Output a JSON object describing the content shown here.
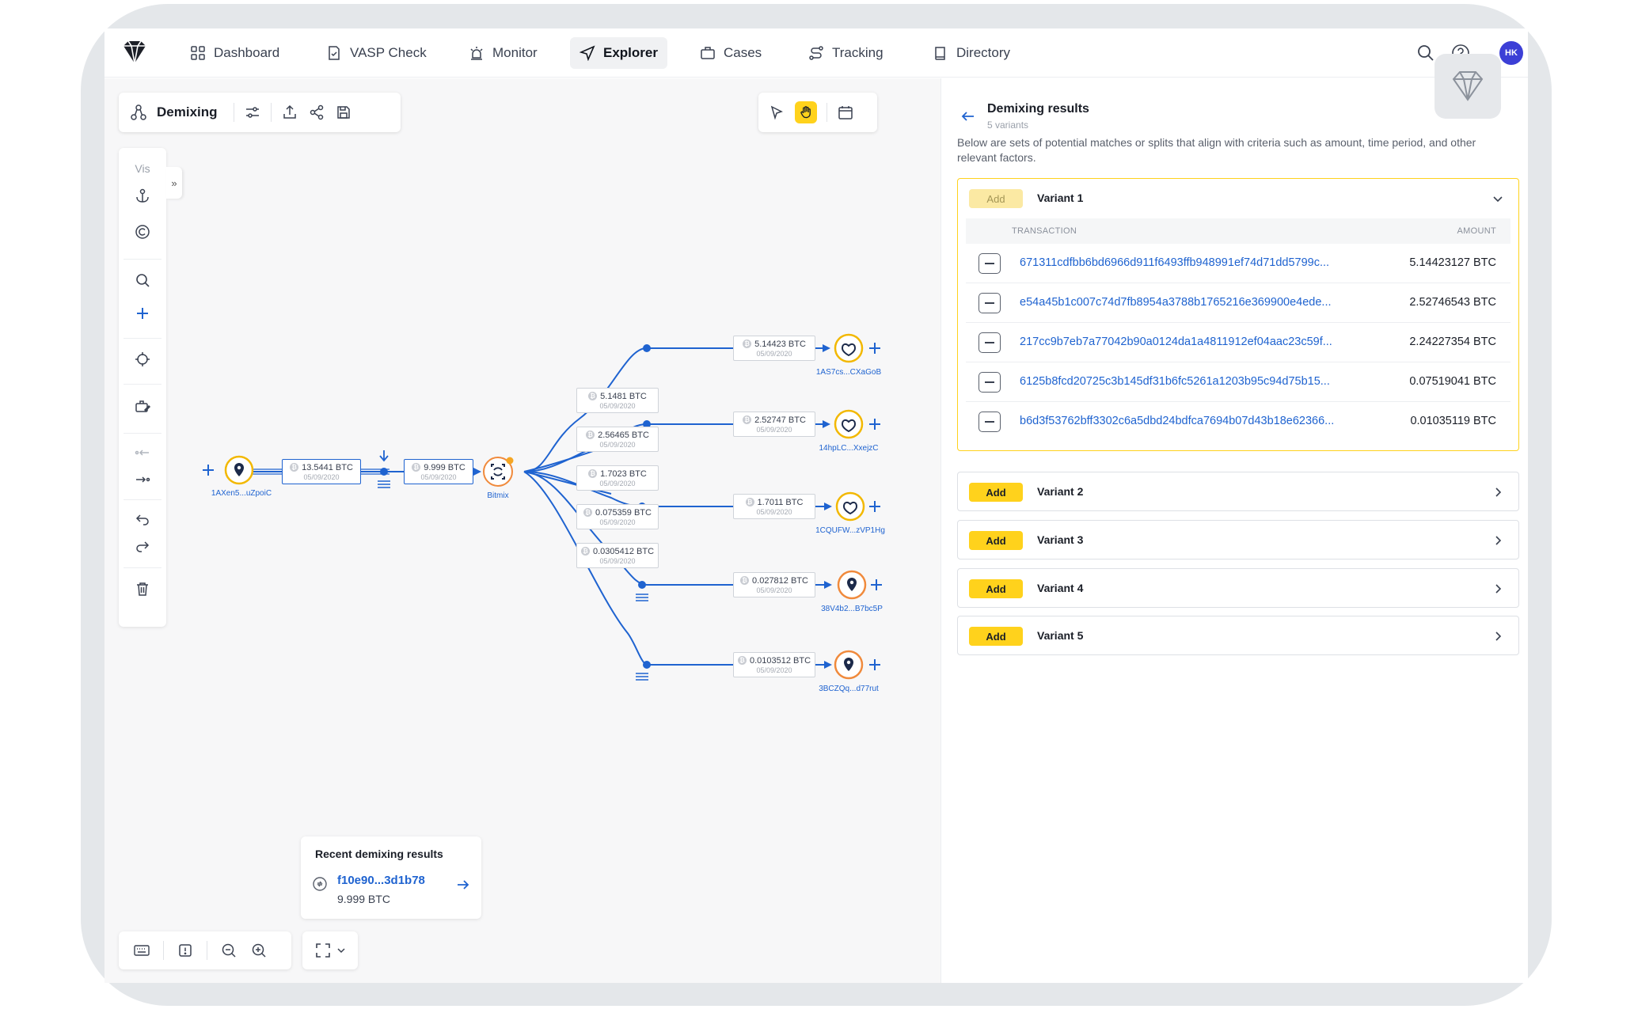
{
  "nav": {
    "items": [
      {
        "label": "Dashboard",
        "icon": "grid-icon"
      },
      {
        "label": "VASP Check",
        "icon": "document-check-icon"
      },
      {
        "label": "Monitor",
        "icon": "alarm-icon"
      },
      {
        "label": "Explorer",
        "icon": "send-icon",
        "active": true
      },
      {
        "label": "Cases",
        "icon": "briefcase-icon"
      },
      {
        "label": "Tracking",
        "icon": "route-icon"
      },
      {
        "label": "Directory",
        "icon": "book-icon"
      }
    ],
    "avatar_initials": "HK"
  },
  "toolbar": {
    "title": "Demixing"
  },
  "side_tools": {
    "vis_label": "Vis",
    "expand_label": "»"
  },
  "graph": {
    "source": {
      "label": "1AXen5...uZpoiC"
    },
    "mixer": {
      "label": "Bitmix"
    },
    "edges": [
      {
        "amount": "13.5441 BTC",
        "date": "05/09/2020"
      },
      {
        "amount": "9.999 BTC",
        "date": "05/09/2020"
      },
      {
        "amount": "5.1481 BTC",
        "date": "05/09/2020"
      },
      {
        "amount": "2.56465 BTC",
        "date": "05/09/2020"
      },
      {
        "amount": "1.7023 BTC",
        "date": "05/09/2020"
      },
      {
        "amount": "0.075359 BTC",
        "date": "05/09/2020"
      },
      {
        "amount": "0.0305412 BTC",
        "date": "05/09/2020"
      },
      {
        "amount": "5.14423 BTC",
        "date": "05/09/2020"
      },
      {
        "amount": "2.52747 BTC",
        "date": "05/09/2020"
      },
      {
        "amount": "1.7011 BTC",
        "date": "05/09/2020"
      },
      {
        "amount": "0.027812 BTC",
        "date": "05/09/2020"
      },
      {
        "amount": "0.0103512 BTC",
        "date": "05/09/2020"
      }
    ],
    "targets": [
      {
        "label": "1AS7cs...CXaGoB"
      },
      {
        "label": "14hpLC...XxejzC"
      },
      {
        "label": "1CQUFW...zVP1Hg"
      },
      {
        "label": "38V4b2...B7bc5P"
      },
      {
        "label": "3BCZQq...d77rut"
      }
    ]
  },
  "recent": {
    "title": "Recent demixing results",
    "hash": "f10e90...3d1b78",
    "value": "9.999 BTC"
  },
  "panel": {
    "title": "Demixing results",
    "subtitle": "5 variants",
    "description": "Below are sets of potential matches or splits that align with criteria such as amount, time period, and other relevant factors.",
    "add_label": "Add",
    "col_transaction": "TRANSACTION",
    "col_amount": "AMOUNT",
    "variants": [
      {
        "name": "Variant 1"
      },
      {
        "name": "Variant 2"
      },
      {
        "name": "Variant 3"
      },
      {
        "name": "Variant 4"
      },
      {
        "name": "Variant 5"
      }
    ],
    "transactions": [
      {
        "hash": "671311cdfbb6bd6966d911f6493ffb948991ef74d71dd5799c...",
        "amount": "5.14423127 BTC"
      },
      {
        "hash": "e54a45b1c007c74d7fb8954a3788b1765216e369900e4ede...",
        "amount": "2.52746543 BTC"
      },
      {
        "hash": "217cc9b7eb7a77042b90a0124da1a4811912ef04aac23c59f...",
        "amount": "2.24227354 BTC"
      },
      {
        "hash": "6125b8fcd20725c3b145df31b6fc5261a1203b95c94d75b15...",
        "amount": "0.07519041 BTC"
      },
      {
        "hash": "b6d3f53762bff3302c6a5dbd24bdfca7694b07d43b18e62366...",
        "amount": "0.01035119 BTC"
      }
    ]
  },
  "colors": {
    "accent_yellow": "#ffd21c",
    "link_blue": "#1f63d0",
    "mixer_orange": "#f08a3c"
  }
}
